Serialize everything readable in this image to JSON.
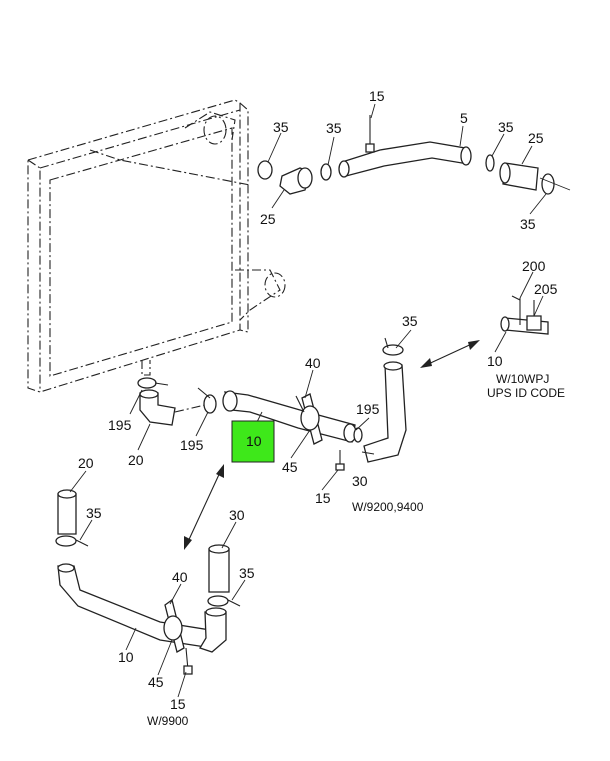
{
  "highlight_color": "#3ee81a",
  "labels": {
    "top_15": "15",
    "top_5": "5",
    "top_35_a": "35",
    "top_35_b": "35",
    "top_35_c": "35",
    "top_25_a": "25",
    "top_25_b": "25",
    "top_35_d": "35",
    "mid_200": "200",
    "mid_205": "205",
    "mid_35": "35",
    "mid_10_opt": "10",
    "mid_40": "40",
    "mid_195_a": "195",
    "mid_195_b": "195",
    "mid_195_c": "195",
    "mid_20": "20",
    "mid_10_selected": "10",
    "mid_45": "45",
    "mid_30": "30",
    "mid_15": "15",
    "low_20": "20",
    "low_35_a": "35",
    "low_30": "30",
    "low_40": "40",
    "low_35_b": "35",
    "low_10": "10",
    "low_45": "45",
    "low_15": "15"
  },
  "notes": {
    "ups_line1": "W/10WPJ",
    "ups_line2": "UPS ID CODE",
    "model_mid": "W/9200,9400",
    "model_low": "W/9900"
  }
}
